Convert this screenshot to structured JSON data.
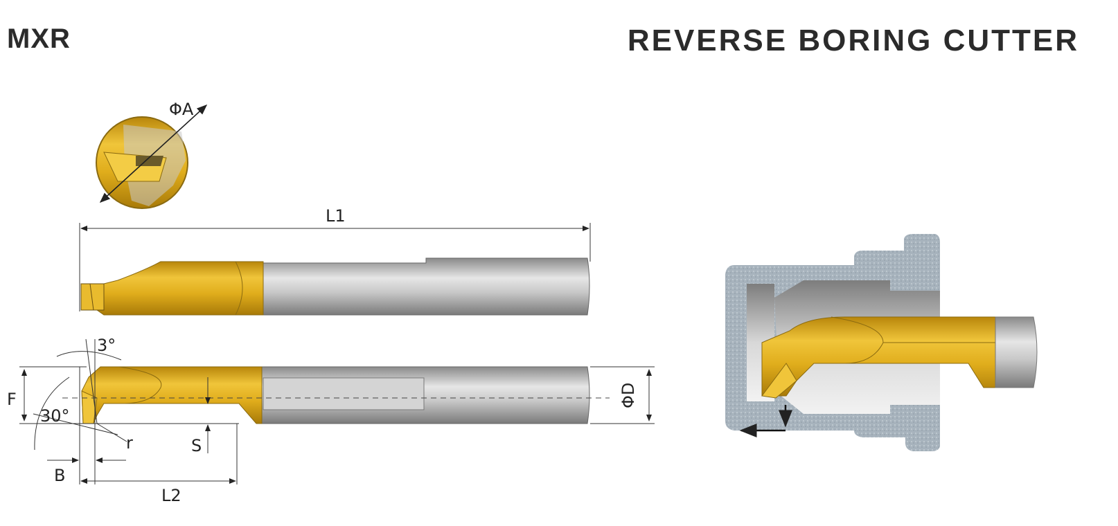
{
  "header": {
    "model": "MXR",
    "title": "REVERSE BORING CUTTER"
  },
  "dimensions": {
    "phi_a": "ΦA",
    "l1": "L1",
    "l2": "L2",
    "f": "F",
    "phi_d": "ΦD",
    "s": "S",
    "b": "B",
    "r": "r",
    "angle_3": "3°",
    "angle_30": "30°"
  },
  "colors": {
    "gold": "#d9a514",
    "gold_dark": "#a87a08",
    "steel": "#b9b9b9",
    "workpiece": "#a9b5bf",
    "line": "#333333"
  }
}
